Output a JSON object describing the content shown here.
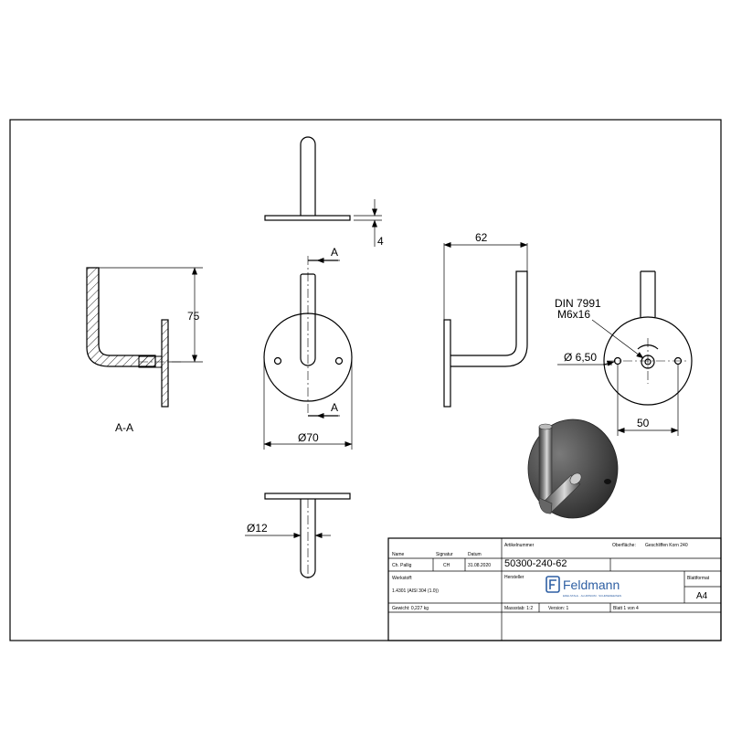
{
  "views": {
    "section_label": "A-A",
    "section_marker_top": "A",
    "section_marker_bottom": "A"
  },
  "dimensions": {
    "plate_thickness": "4",
    "section_height": "75",
    "plate_diameter": "Ø70",
    "side_projection": "62",
    "screw_standard": "DIN 7991",
    "screw_size": "M6x16",
    "hole_diameter": "Ø 6,50",
    "hole_spacing": "50",
    "rod_diameter": "Ø12"
  },
  "title_block": {
    "headers": {
      "name": "Name",
      "signature": "Signatur",
      "date": "Datum",
      "article_number": "Artikelnummer",
      "surface": "Oberfläche:",
      "material": "Werkstoff:",
      "manufacturer": "Hersteller",
      "sheet_format": "Blattformat",
      "weight": "Gewicht: 0,227 kg",
      "scale": "Massstab: 1:2",
      "version": "Version: 1",
      "sheet": "Blatt 1 von 4"
    },
    "values": {
      "name": "Ch. Pallig",
      "signature": "CH",
      "date": "31.08.2020",
      "article_number": "50300-240-62",
      "surface": "Geschliffen Korn 240",
      "material": "1.4301 (AISI 304 (1.0))",
      "sheet_format": "A4"
    },
    "logo": {
      "brand": "Feldmann",
      "tagline": "EDELSTAHL · ALUMINIUM · SCHMIEDEEISEN",
      "accent": "#2e5fa3"
    }
  }
}
